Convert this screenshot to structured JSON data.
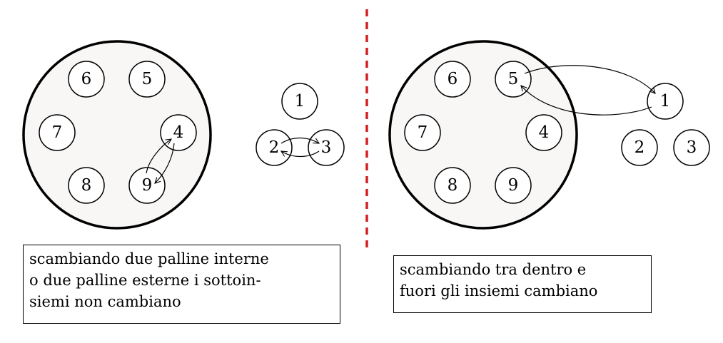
{
  "left_panel": {
    "inside_balls": [
      "6",
      "5",
      "7",
      "4",
      "8",
      "9"
    ],
    "outside_balls": [
      "1",
      "2",
      "3"
    ],
    "caption_lines": [
      "scambiando due palline interne",
      "o due palline esterne i sottoin-",
      "siemi non cambiano"
    ]
  },
  "right_panel": {
    "inside_balls": [
      "6",
      "5",
      "7",
      "4",
      "8",
      "9"
    ],
    "outside_balls": [
      "1",
      "2",
      "3"
    ],
    "caption_lines": [
      "scambiando tra dentro e",
      "fuori gli insiemi cambiano"
    ]
  },
  "colors": {
    "divider": "#d42020",
    "container_fill": "#f8f7f5"
  }
}
